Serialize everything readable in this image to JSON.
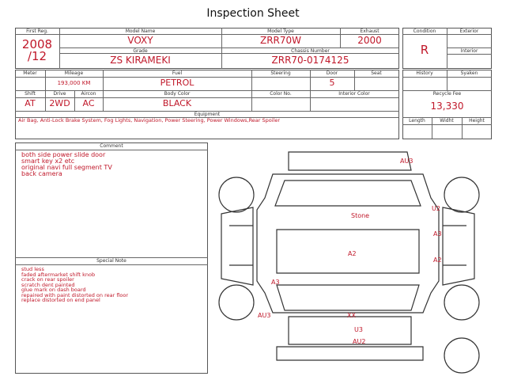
{
  "title": "Inspection Sheet",
  "vehicle": {
    "first_reg_label": "First Reg.",
    "first_reg": "2008\n/12",
    "first_reg_year": "2008",
    "first_reg_month": "/12",
    "model_name_label": "Model Name",
    "model_name": "VOXY",
    "model_type_label": "Model Type",
    "model_type": "ZRR70W",
    "exhaust_label": "Exhaust",
    "exhaust": "2000",
    "grade_label": "Grade",
    "grade": "ZS KIRAMEKI",
    "chassis_label": "Chassis Number",
    "chassis": "ZRR70-0174125",
    "meter_label": "Meter",
    "meter": "",
    "mileage_label": "Mileage",
    "mileage": "193,000 KM",
    "fuel_label": "Fuel",
    "fuel": "PETROL",
    "steering_label": "Steering",
    "door_label": "Door",
    "door": "5",
    "seat_label": "Seat",
    "shift_label": "Shift",
    "shift": "AT",
    "drive_label": "Drive",
    "drive": "2WD",
    "aircon_label": "Aircon",
    "aircon": "AC",
    "body_color_label": "Body Color",
    "body_color": "BLACK",
    "color_no_label": "Color No.",
    "interior_color_label": "Interior Color",
    "equipment_label": "Equipment",
    "equipment": "Air Bag, Anti-Lock Brake System, Fog Lights, Navigation, Power Steering, Power Windows,Rear Spoiler"
  },
  "grades": {
    "condition_label": "Condition",
    "condition": "R",
    "exterior_label": "Exterior",
    "interior_label": "Interior",
    "history_label": "History",
    "syaken_label": "Syaken",
    "recycle_label": "Recycle Fee",
    "recycle_fee": "13,330",
    "length_label": "Length",
    "width_label": "Widht",
    "height_label": "Height"
  },
  "comment": {
    "label": "Comment",
    "lines": [
      "both side power slide door",
      "smart key x2  etc",
      "original navi full segment TV",
      "back camera"
    ]
  },
  "special_note": {
    "label": "Special Note",
    "lines": [
      "stud less",
      "faded aftermarket shift knob",
      "crack on rear spoiler",
      "scratch dent painted",
      "glue mark on dash board",
      "repaired with paint distorted on rear floor",
      "replace distorted on end panel"
    ]
  },
  "damage": [
    "AU3",
    "Stone",
    "U2",
    "A3",
    "A2",
    "A2",
    "A3",
    "AU3",
    "XX",
    "U3",
    "AU2"
  ]
}
